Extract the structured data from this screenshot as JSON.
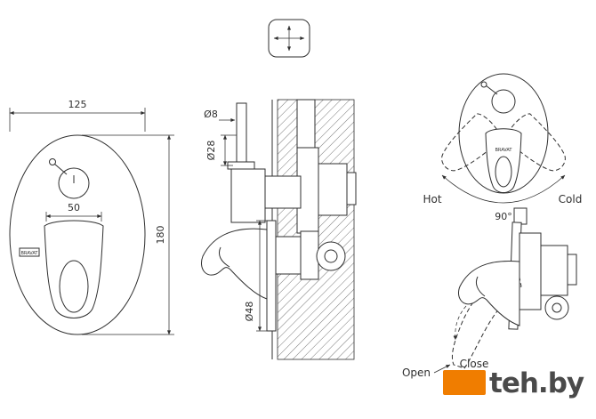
{
  "brand": "BRAVAT",
  "front": {
    "width": "125",
    "handle_width": "50",
    "height": "180"
  },
  "section": {
    "pipe_dia": "Ø8",
    "trim_dia": "Ø28",
    "escutcheon_dia": "Ø48"
  },
  "rotation": {
    "hot": "Hot",
    "cold": "Cold",
    "angle": "90°"
  },
  "operation": {
    "open": "Open",
    "close": "Close"
  },
  "watermark": {
    "text": "teh.by"
  },
  "colors": {
    "line": "#2f2f2f",
    "accent_orange": "#f07d00",
    "watermark_text": "#4a4a4a"
  }
}
